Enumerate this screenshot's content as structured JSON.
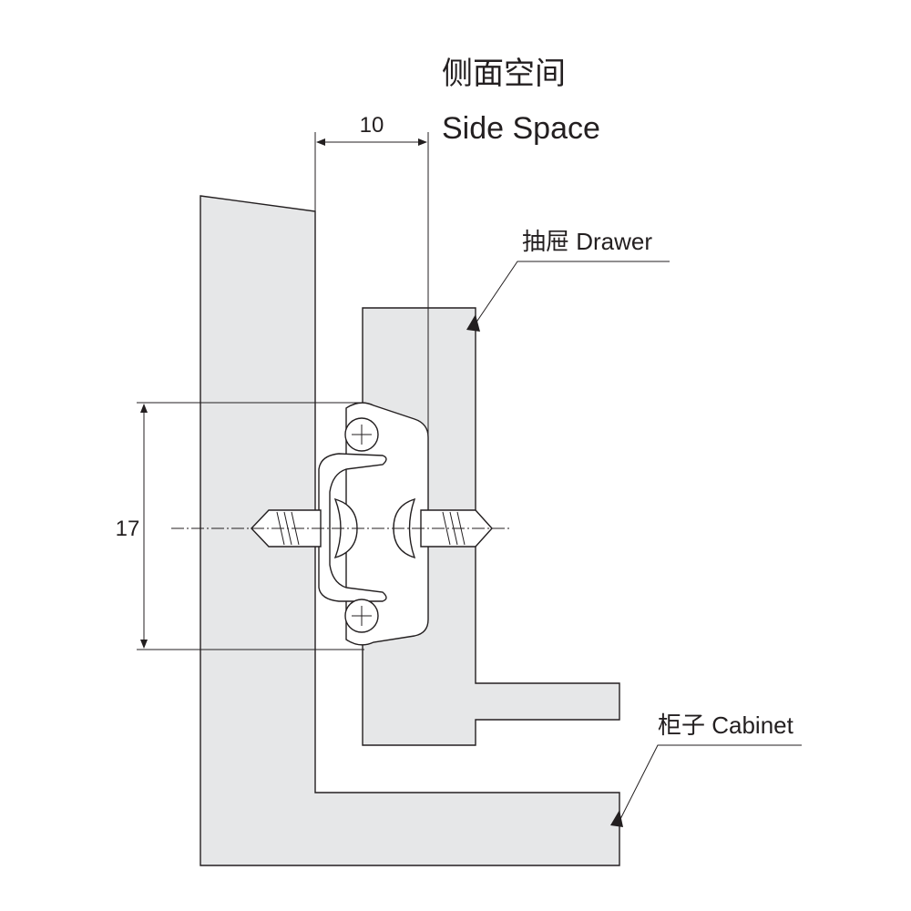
{
  "title_cn": "侧面空间",
  "title_en": "Side Space",
  "side_space_dimension": "10",
  "height_dimension": "17",
  "drawer_label": "抽屉 Drawer",
  "cabinet_label": "柜子 Cabinet",
  "colors": {
    "panel_fill": "#e6e7e8",
    "line": "#231f20",
    "background": "#ffffff"
  }
}
